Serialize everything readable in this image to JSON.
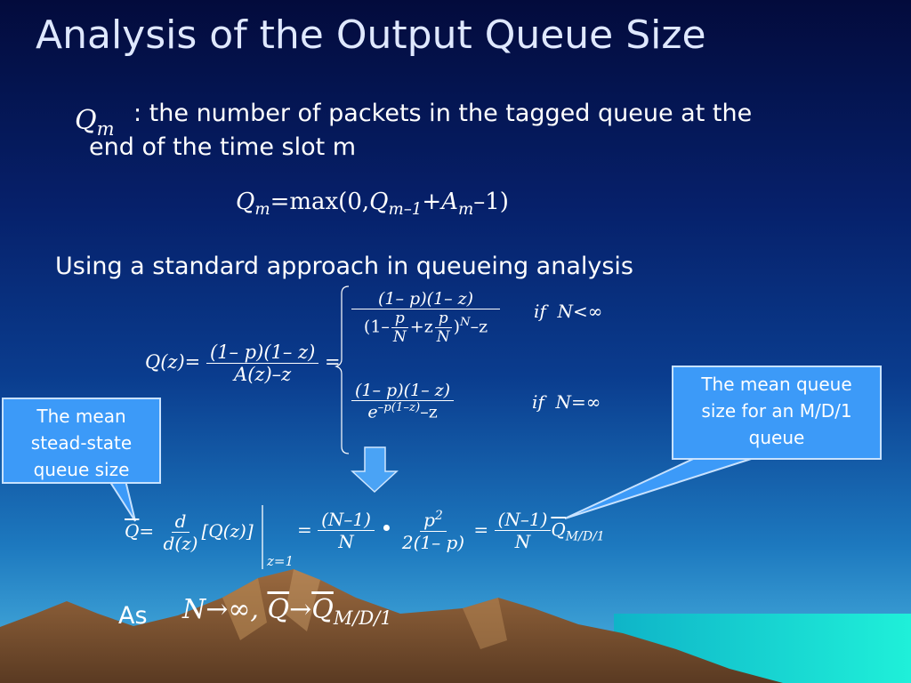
{
  "title": "Analysis of the Output Queue Size",
  "definition": {
    "symbol": "Q",
    "subscript": "m",
    "text_line1": ": the number of packets in the tagged queue at the",
    "text_line2": "end of the time slot m"
  },
  "recurrence": {
    "lhs": "Q",
    "lhs_sub": "m",
    "rhs_a": "=max(0,",
    "q": "Q",
    "q_sub": "m–1",
    "plus": "+",
    "a": "A",
    "a_sub": "m",
    "tail": "–1)"
  },
  "method_text": "Using a standard approach in queueing analysis",
  "generating_function": {
    "lhs": "Q(z)=",
    "frac_num": "(1– p)(1– z)",
    "frac_den": "A(z)–z",
    "eq": "=",
    "case1_num": "(1– p)(1– z)",
    "case1_den_prefix": "(1–",
    "case1_den_p1": "p",
    "case1_den_n1": "N",
    "case1_den_plus_z": "+z",
    "case1_den_p2": "p",
    "case1_den_n2": "N",
    "case1_den_exp": ")",
    "case1_den_sup": "N",
    "case1_den_suffix": "–z",
    "case1_cond_if": "if",
    "case1_cond": "N<∞",
    "case2_num": "(1– p)(1– z)",
    "case2_den_e": "e",
    "case2_den_sup": "–p(1–z)",
    "case2_den_suffix": "–z",
    "case2_cond_if": "if",
    "case2_cond": "N=∞"
  },
  "mean_formula": {
    "qbar": "Q",
    "eq1": "=",
    "d_num": "d",
    "d_den": "d(z)",
    "bracket": "[Q(z)]",
    "eval_at": "z=1",
    "eq2": "=",
    "f1_num": "(N–1)",
    "f1_den": "N",
    "dot": "•",
    "f2_num": "p",
    "f2_num_sup": "2",
    "f2_den": "2(1– p)",
    "eq3": "=",
    "f3_num": "(N–1)",
    "f3_den": "N",
    "q_md1": "Q",
    "q_md1_sub": "M/D/1"
  },
  "limit": {
    "as_label": "As",
    "n_arrow": "N→∞,",
    "qbar": "Q",
    "arrow": "→",
    "q_md1": "Q",
    "q_md1_sub": "M/D/1"
  },
  "callouts": {
    "left": [
      "The mean",
      "stead-state",
      "queue size"
    ],
    "right": [
      "The mean queue",
      "size for an M/D/1",
      "queue"
    ]
  },
  "colors": {
    "callout_fill": "#3c9af8",
    "arrow_fill": "#4aa3f5",
    "mountain": "#8a5c36",
    "sea": "#17e6d3"
  }
}
